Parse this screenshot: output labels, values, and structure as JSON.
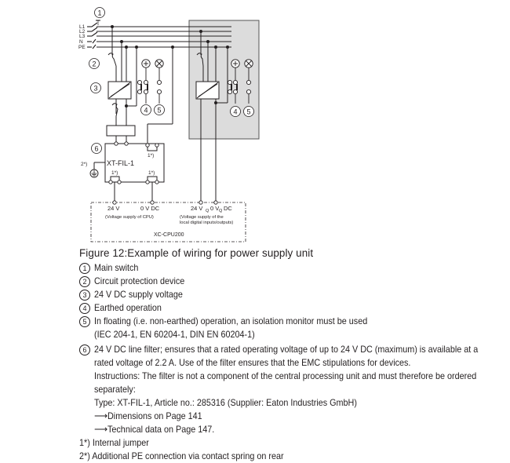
{
  "diagram": {
    "callouts": [
      "1",
      "2",
      "3",
      "4",
      "5",
      "6"
    ],
    "phase_labels": [
      "L1",
      "L2",
      "L3",
      "N",
      "PE"
    ],
    "filter_label": "XT-FIL-1",
    "jumper_label": "1*)",
    "pe_note_label": "2*)",
    "terminals": {
      "t24v": "24 V",
      "t0vdc": "0 V DC",
      "t24vq": "24 V",
      "t0vq": "0 V",
      "q_sub": "Q",
      "dc": "DC"
    },
    "cpu_supply_note": "(Voltage supply of CPU)",
    "io_supply_note_1": "(Voltage supply of the",
    "io_supply_note_2": "local digital inputs/outputs)",
    "device_label": "XC-CPU200"
  },
  "caption": "Figure 12:Example of wiring for power supply unit",
  "legend": [
    {
      "num": "1",
      "text": "Main switch"
    },
    {
      "num": "2",
      "text": "Circuit protection device"
    },
    {
      "num": "3",
      "text": "24 V DC supply voltage"
    },
    {
      "num": "4",
      "text": "Earthed operation"
    },
    {
      "num": "5",
      "text": "In floating (i.e. non-earthed) operation, an isolation monitor must be used",
      "extra": "(IEC 204-1, EN 60204-1, DIN EN 60204-1)"
    },
    {
      "num": "6",
      "text": "24 V DC line filter; ensures that a rated operating voltage of up to 24 V DC (maximum) is available at a",
      "lines": [
        "rated voltage of 2.2 A. Use of the filter ensures that the EMC stipulations for devices.",
        "Instructions: The filter is not a component of the central processing unit and must therefore be ordered",
        "separately:",
        "Type: XT-FIL-1, Article no.: 285316 (Supplier: Eaton Industries GmbH)"
      ],
      "links": [
        "Dimensions on Page 141",
        "Technical data on Page 147."
      ]
    }
  ],
  "notes": [
    {
      "mark": "1*)",
      "text": "Internal jumper"
    },
    {
      "mark": "2*)",
      "text": "Additional PE connection via contact spring on rear"
    }
  ]
}
